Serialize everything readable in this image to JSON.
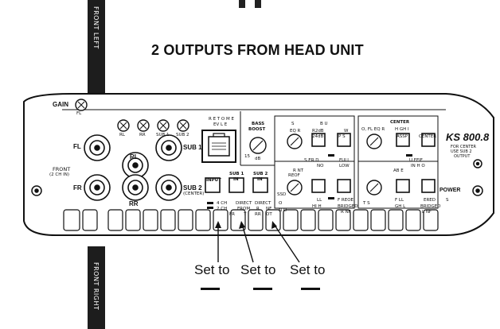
{
  "title": "2 OUTPUTS FROM HEAD UNIT",
  "cables": {
    "front_left": "FRONT LEFT",
    "front_right": "FRONT RIGHT"
  },
  "amp": {
    "model": "KS 800.8",
    "gain": "GAIN",
    "fl": "FL",
    "fr": "FR",
    "rl": "RL",
    "rr": "RR",
    "sub1": "SUB 1",
    "sub2": "SUB 2",
    "sub2_center": "(CENTER)",
    "front_2ch_in": "FRONT",
    "front_2ch_in_sub": "(2 CH IN)",
    "pot_top": [
      "FL",
      "RL",
      "RR",
      "SUB 1",
      "SUB 2"
    ],
    "remote": "R  E  T  O  M  E",
    "remote2": "EV  L  E",
    "bass_boost": "BASS",
    "bass_boost2": "BOOST",
    "db15": "15",
    "db": "dB",
    "input": "INPUT",
    "sub1_in": "SUB 1",
    "sub1_in2": "IN",
    "sub2_in": "SUB 2",
    "sub2_in2": "IN",
    "ch4": "4 CH",
    "ch2": "2 CH",
    "direct_from": "DIRECT",
    "direct_from2": "FROM",
    "direct2": "DIRECT",
    "fr_label": "FR",
    "t_label": "T",
    "rr_label": "RR",
    "r_label": "R",
    "nf_label": "NF",
    "ot_label": "OT",
    "s": "S",
    "b_u": "B  U",
    "eq_r": "EQ  R",
    "w": "W",
    "r2db": "R2dB",
    "db24": "24dB",
    "p_s": "P   S",
    "er_d": "S  ER  D",
    "no": "NO",
    "full": "FULL",
    "low": "LOW",
    "r_nt": "R  NT",
    "o": "O",
    "center": "CENTER",
    "fl_eq": "O, FL EQ  R",
    "h_gh": "H GH I",
    "assp": "ASSP",
    "center2": "CENTER",
    "for_center": "FOR CENTER",
    "use_sub2": "USE SUB 2",
    "output": "OUTPUT",
    "reof": "REOF",
    "ssd": "SSD",
    "u_ffif": "U  FFIF",
    "in_hio": "IN  H O",
    "ll": "LL",
    "hi_h": "HI  H",
    "f_reoe": "F  REOE",
    "bridged": "BRIDGED",
    "r_nf": "R  NF",
    "power": "POWER",
    "ab_e": "AB  E",
    "t_s": "T    S",
    "f_ll": "F  LL",
    "gh_l": "GH  L",
    "ered": "ERED",
    "s2": "S",
    "bridged2": "BRIDGED",
    "l_nf": "L  NF",
    "n_o": "N     O"
  },
  "set_to": [
    "Set to",
    "Set to",
    "Set to"
  ]
}
